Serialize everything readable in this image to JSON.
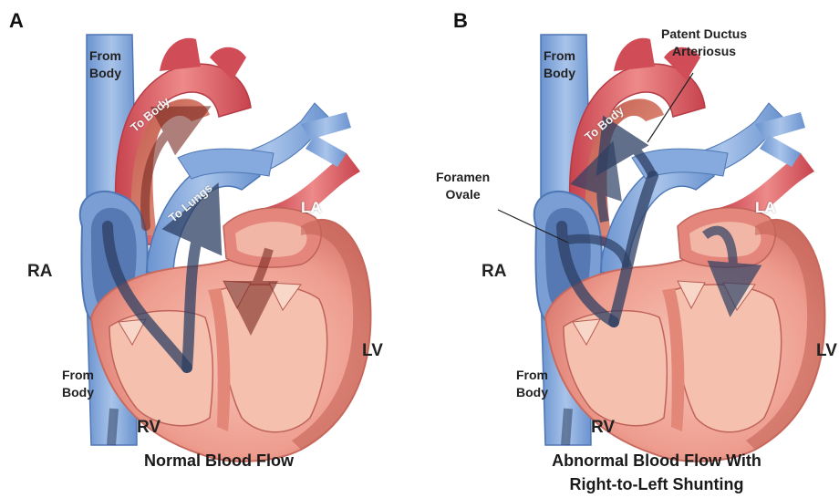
{
  "panel_a": {
    "letter": "A",
    "from_body_top": "From\nBody",
    "from_body_bottom": "From\nBody",
    "to_body": "To Body",
    "to_lungs": "To Lungs",
    "la": "LA",
    "ra": "RA",
    "lv": "LV",
    "rv": "RV",
    "caption": "Normal Blood Flow"
  },
  "panel_b": {
    "letter": "B",
    "from_body_top": "From\nBody",
    "from_body_bottom": "From\nBody",
    "to_body": "To Body",
    "la": "LA",
    "ra": "RA",
    "lv": "LV",
    "rv": "RV",
    "patent_ductus": "Patent Ductus\nArteriosus",
    "foramen_ovale": "Foramen\nOvale",
    "caption": "Abnormal Blood Flow With\nRight-to-Left Shunting"
  },
  "colors": {
    "vein_blue": "#7fa6d8",
    "vein_dark": "#4f77b5",
    "artery_red": "#d9545f",
    "heart_pink": "#ec9a8e",
    "heart_light": "#f6c3b4",
    "flow_dark": "#2d3f63"
  }
}
